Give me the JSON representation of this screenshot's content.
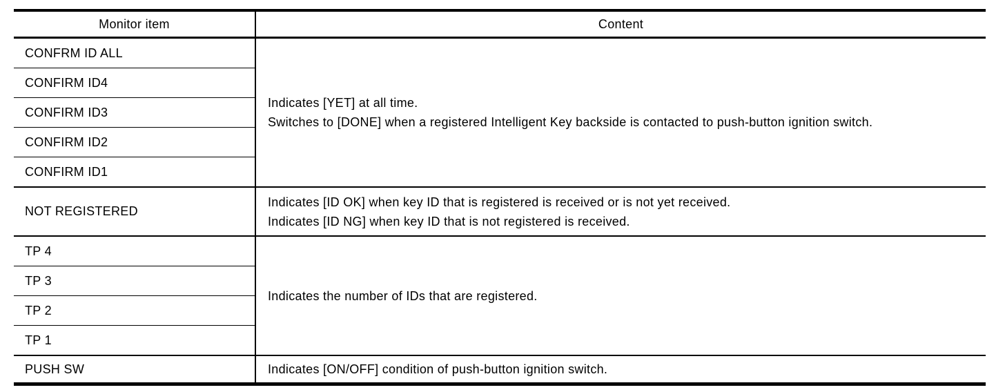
{
  "table": {
    "headers": {
      "monitor_item": "Monitor item",
      "content": "Content"
    },
    "groups": [
      {
        "items": [
          "CONFRM ID ALL",
          "CONFIRM ID4",
          "CONFIRM ID3",
          "CONFIRM ID2",
          "CONFIRM ID1"
        ],
        "content_lines": [
          "Indicates [YET] at all time.",
          "Switches to [DONE] when a registered Intelligent Key backside is contacted to push-button ignition switch."
        ]
      },
      {
        "items": [
          "NOT REGISTERED"
        ],
        "content_lines": [
          "Indicates [ID OK] when key ID that is registered is received or is not yet received.",
          "Indicates [ID NG] when key ID that is not registered is received."
        ]
      },
      {
        "items": [
          "TP 4",
          "TP 3",
          "TP 2",
          "TP 1"
        ],
        "content_lines": [
          "Indicates the number of IDs that are registered."
        ]
      },
      {
        "items": [
          "PUSH SW"
        ],
        "content_lines": [
          "Indicates [ON/OFF] condition of push-button ignition switch."
        ]
      }
    ]
  },
  "colors": {
    "text": "#000000",
    "border": "#000000",
    "background": "#ffffff"
  }
}
